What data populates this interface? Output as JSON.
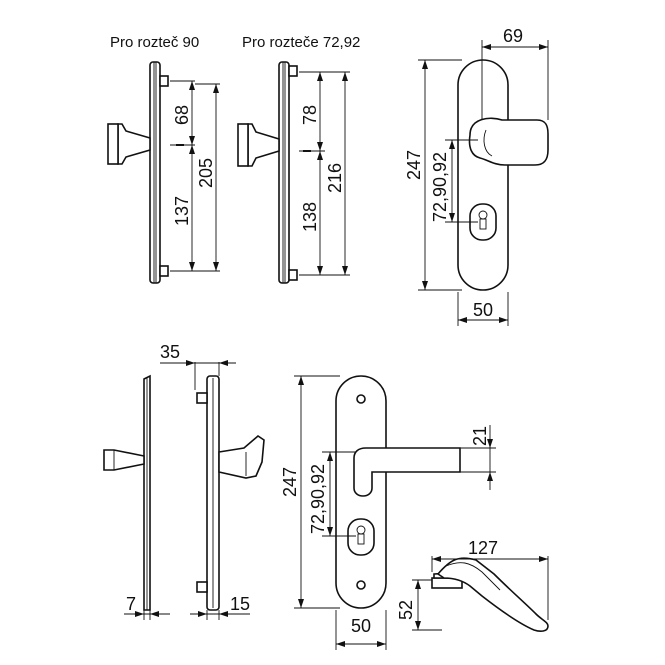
{
  "captions": {
    "spacing_90": "Pro rozteč 90",
    "spacing_72_92": "Pro rozteče 72,92"
  },
  "dimensions": {
    "d68": "68",
    "d137": "137",
    "d205": "205",
    "d78": "78",
    "d138": "138",
    "d216": "216",
    "d247_top": "247",
    "d72_90_92_top": "72,90,92",
    "d69": "69",
    "d50_top": "50",
    "d35": "35",
    "d7": "7",
    "d15": "15",
    "d247_bottom": "247",
    "d72_90_92_bottom": "72,90,92",
    "d21": "21",
    "d50_bottom": "50",
    "d127": "127",
    "d52": "52"
  }
}
